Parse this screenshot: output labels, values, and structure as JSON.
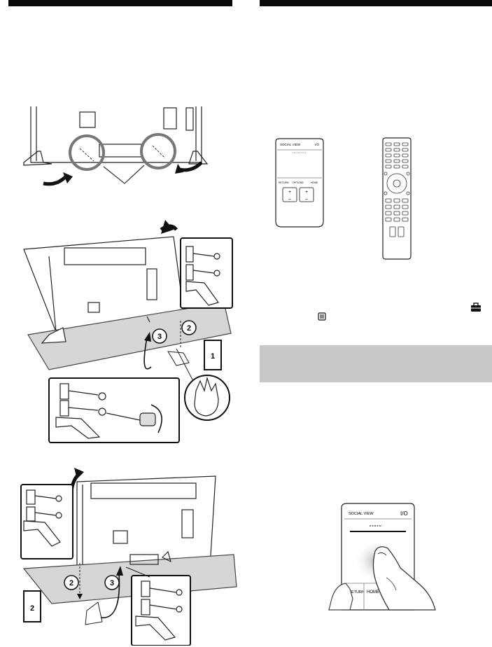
{
  "figures": {
    "stand_callouts": {
      "upper_step_2": "2",
      "upper_step_3": "3",
      "upper_label_1": "1",
      "lower_step_2": "2",
      "lower_step_3": "3",
      "lower_label_2": "2"
    },
    "remote_small": {
      "top_left": "SOCIAL VIEW",
      "top_right": "I/O",
      "btn_left": "RETURN",
      "btn_mid": "OPTIONS",
      "btn_right": "HOME"
    },
    "touchpad_remote": {
      "top_left": "SOCIAL VIEW",
      "top_right": "I/O",
      "bottom_left": "RETURN",
      "bottom_right": "HOME"
    }
  },
  "icons": [
    "toolbox-icon",
    "options-list-icon"
  ]
}
